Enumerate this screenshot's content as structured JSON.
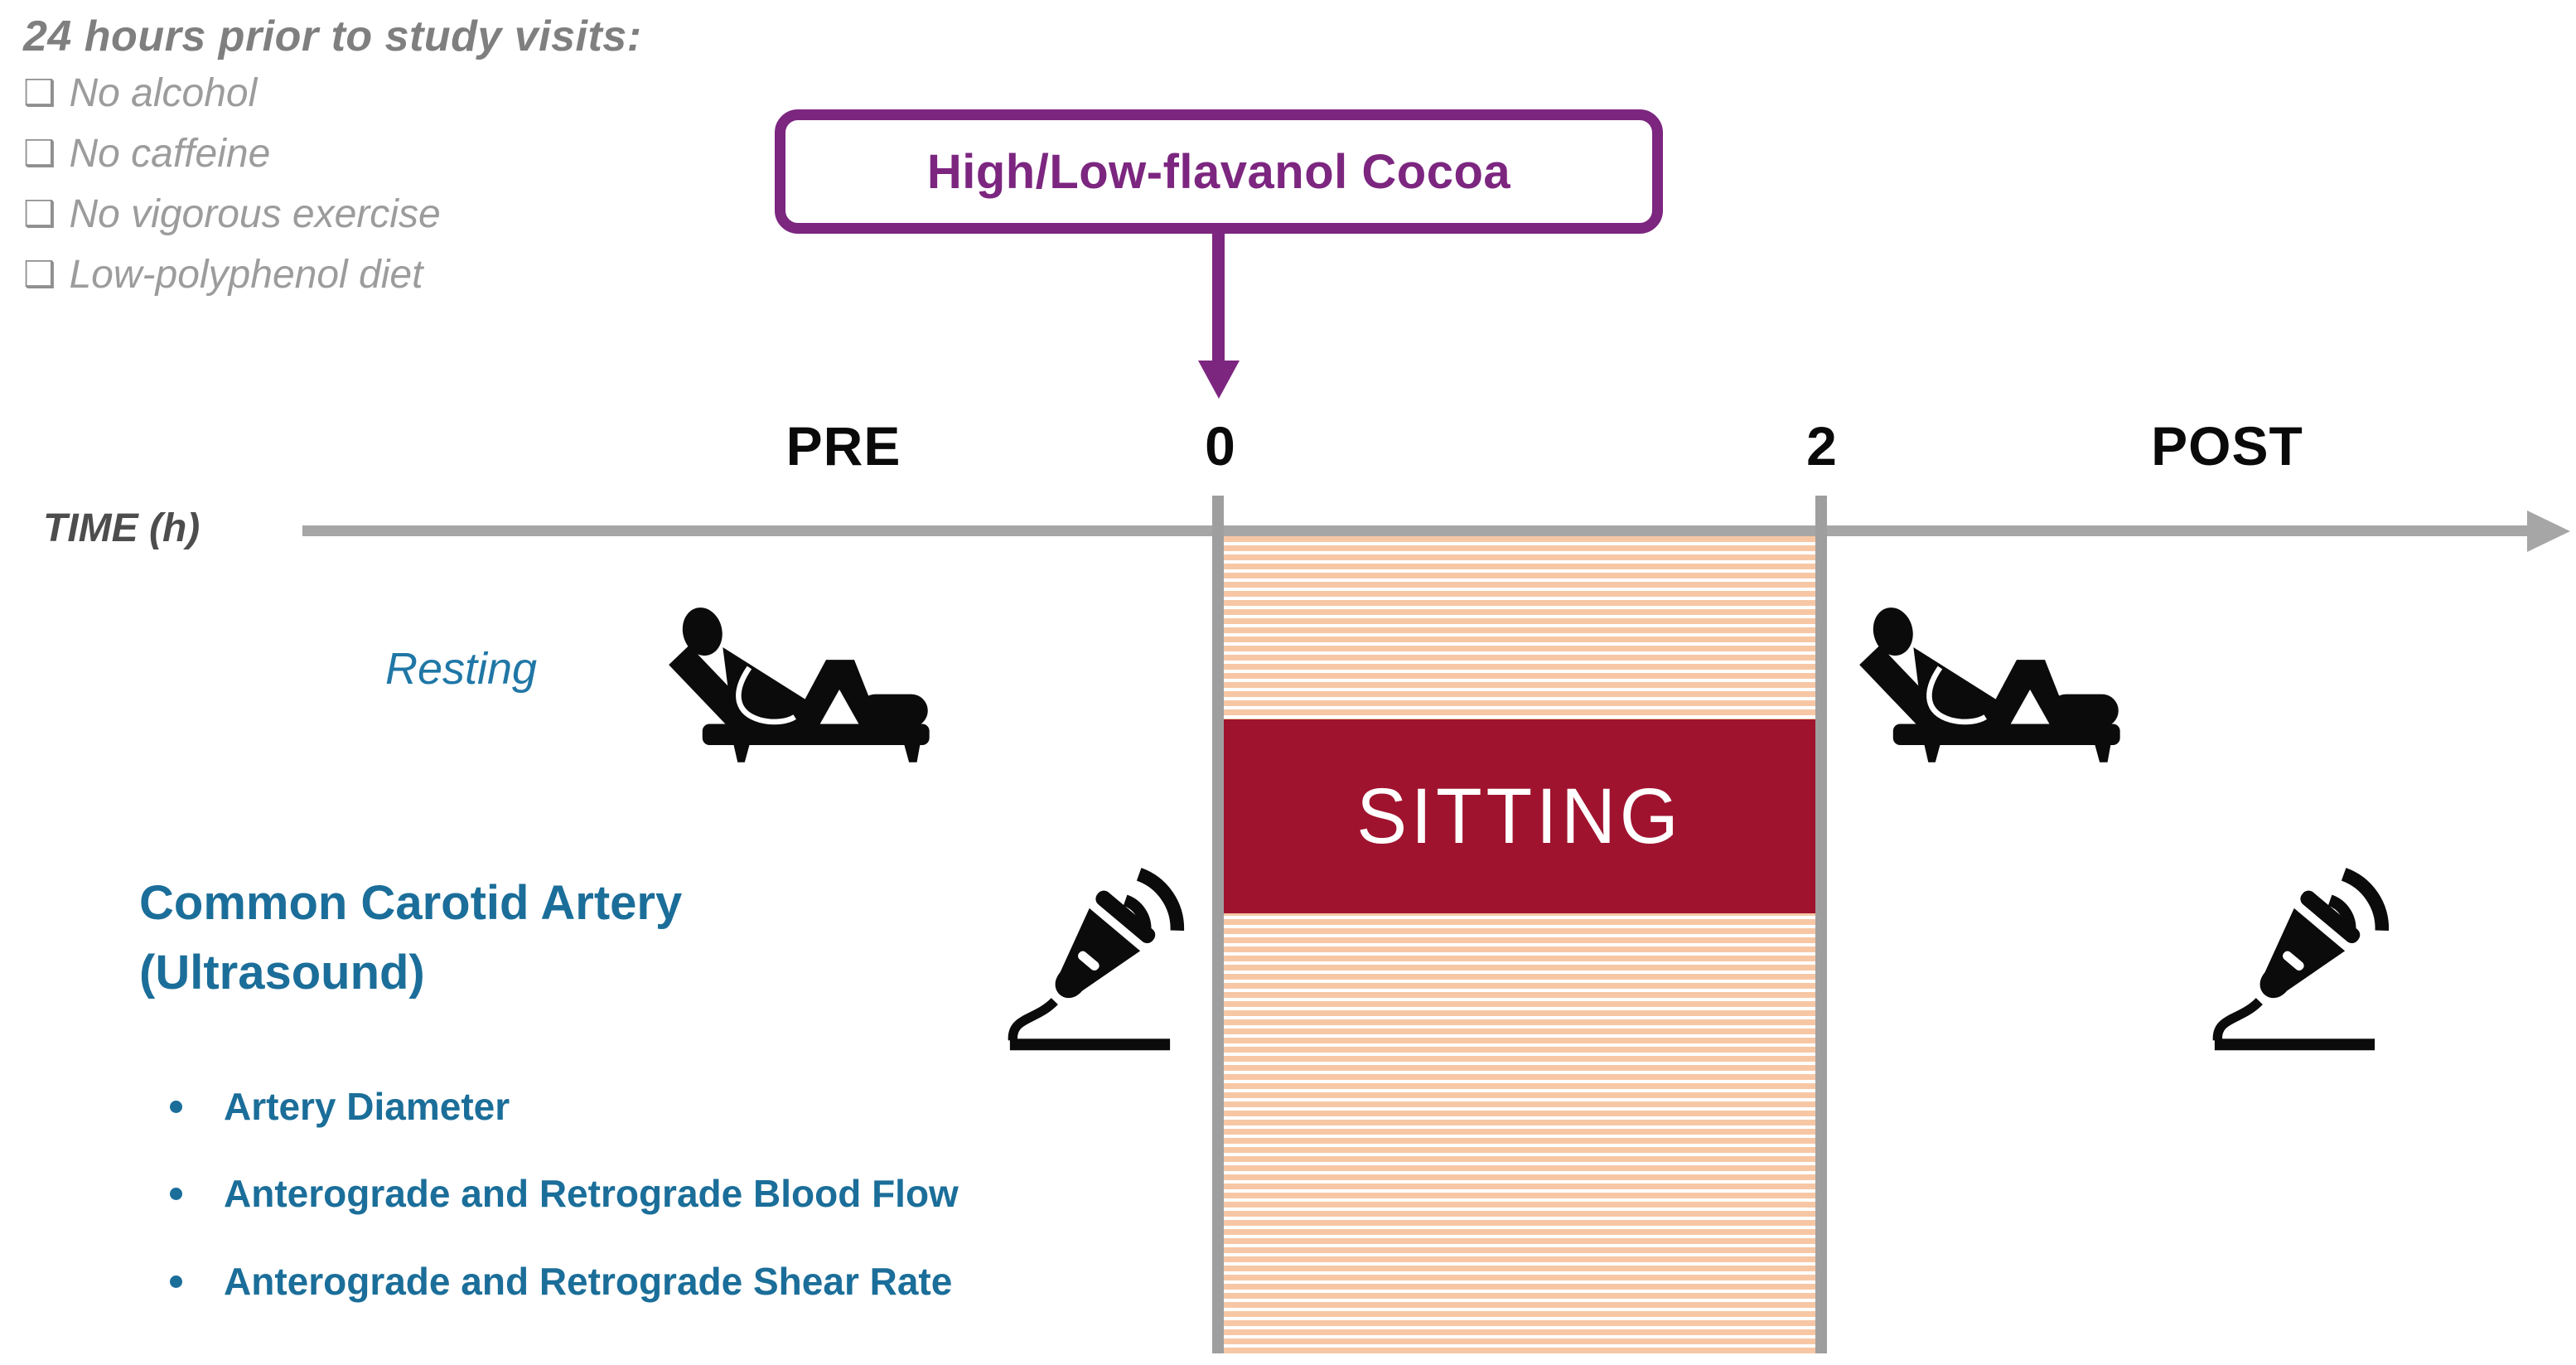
{
  "colors": {
    "accent_blue": "#1B6E99",
    "resting_blue": "#2077A6",
    "accent_purple": "#7C2680",
    "sitting_maroon": "#A0132F",
    "hatch_peach": "#F7C7A5",
    "axis_gray": "#A6A6A6",
    "tick_gray": "#9E9E9E",
    "time_label_gray": "#4D4D4D",
    "checklist_heading_gray": "#7F7F7F",
    "checklist_item_gray": "#9C9C9C",
    "marker_black": "#0A0A0A",
    "icon_black": "#0B0B0B"
  },
  "prep_checklist": {
    "heading": "24 hours prior to study visits:",
    "checkbox_glyph": "❑",
    "items": [
      "No alcohol",
      "No caffeine",
      "No vigorous exercise",
      "Low-polyphenol diet"
    ]
  },
  "intervention": {
    "label": "High/Low-flavanol Cocoa"
  },
  "time_axis": {
    "label": "TIME (h)",
    "markers": [
      {
        "label": "PRE"
      },
      {
        "label": "0"
      },
      {
        "label": "2"
      },
      {
        "label": "POST"
      }
    ]
  },
  "phases": {
    "pre_post_position": "Resting",
    "intervention_position": "SITTING",
    "sitting_start_h": "0",
    "sitting_end_h": "2"
  },
  "measurements": {
    "title_line1": "Common Carotid Artery",
    "title_line2": "(Ultrasound)",
    "bullets": [
      "Artery Diameter",
      "Anterograde and Retrograde Blood Flow",
      "Anterograde and Retrograde Shear Rate"
    ]
  },
  "icons": {
    "reclining_person": "reclining-person-icon",
    "ultrasound_probe": "ultrasound-probe-icon"
  }
}
